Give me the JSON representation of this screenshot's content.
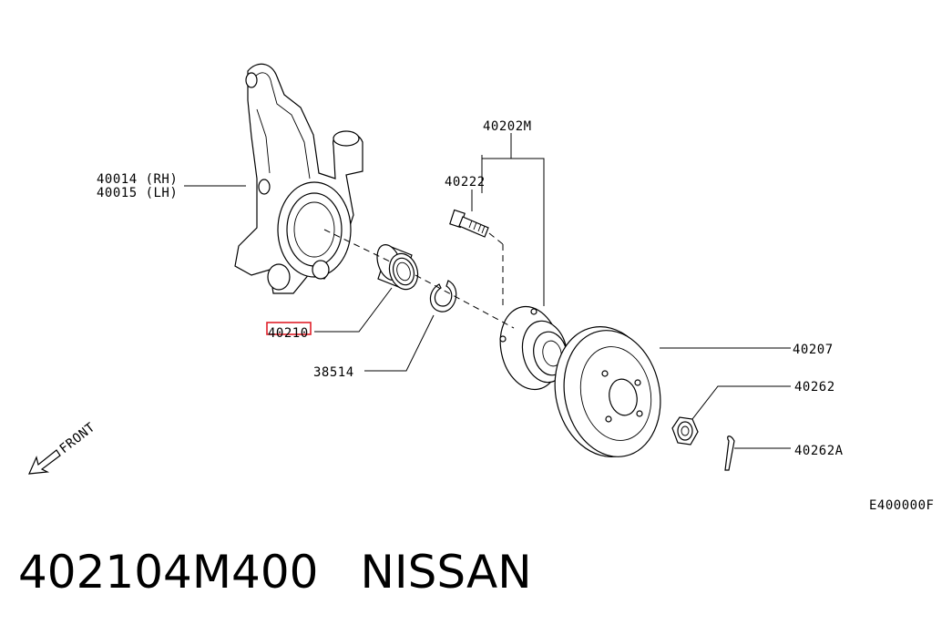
{
  "labels": {
    "knuckle_rh": "40014 (RH)",
    "knuckle_lh": "40015 (LH)",
    "hub_assembly": "40202M",
    "hub_bolt": "40222",
    "bearing": "40210",
    "snap_ring": "38514",
    "rotor": "40207",
    "nut": "40262",
    "cotter_pin": "40262A",
    "front": "FRONT",
    "diagram_code": "E400000F"
  },
  "caption": {
    "part_number": "402104M400",
    "brand": "NISSAN"
  },
  "colors": {
    "highlight": "#e0202a",
    "line": "#000000"
  }
}
